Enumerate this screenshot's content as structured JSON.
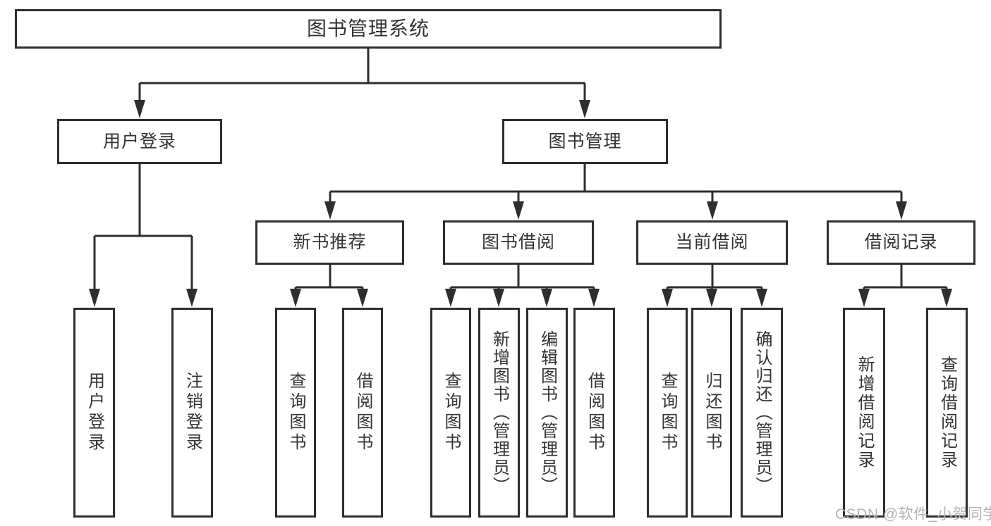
{
  "diagram": {
    "title": "图书管理系统",
    "type": "hierarchy-tree",
    "colors": {
      "line": "#2e2e2e",
      "border": "#2e2e2e",
      "text": "#333333",
      "background": "#ffffff",
      "watermark": "#b4b4b4"
    },
    "nodes": {
      "root": {
        "label": "图书管理系统"
      },
      "user_login": {
        "label": "用户登录"
      },
      "book_mgmt": {
        "label": "图书管理"
      },
      "new_book_rec": {
        "label": "新书推荐"
      },
      "book_borrow": {
        "label": "图书借阅"
      },
      "current_borrow": {
        "label": "当前借阅"
      },
      "borrow_record": {
        "label": "借阅记录"
      },
      "login": {
        "label": "用户登录"
      },
      "logout": {
        "label": "注销登录"
      },
      "query_book_rec": {
        "label": "查询图书"
      },
      "borrow_book_rec": {
        "label": "借阅图书"
      },
      "query_book_borrow": {
        "label": "查询图书"
      },
      "add_book_admin": {
        "label": "新增图书（管理员）"
      },
      "edit_book_admin": {
        "label": "编辑图书（管理员）"
      },
      "borrow_book_borrow": {
        "label": "借阅图书"
      },
      "query_book_current": {
        "label": "查询图书"
      },
      "return_book": {
        "label": "归还图书"
      },
      "confirm_return_admin": {
        "label": "确认归还（管理员）"
      },
      "add_borrow_record": {
        "label": "新增借阅记录"
      },
      "query_borrow_record": {
        "label": "查询借阅记录"
      }
    },
    "edges": [
      [
        "root",
        "user_login"
      ],
      [
        "root",
        "book_mgmt"
      ],
      [
        "user_login",
        "login"
      ],
      [
        "user_login",
        "logout"
      ],
      [
        "book_mgmt",
        "new_book_rec"
      ],
      [
        "book_mgmt",
        "book_borrow"
      ],
      [
        "book_mgmt",
        "current_borrow"
      ],
      [
        "book_mgmt",
        "borrow_record"
      ],
      [
        "new_book_rec",
        "query_book_rec"
      ],
      [
        "new_book_rec",
        "borrow_book_rec"
      ],
      [
        "book_borrow",
        "query_book_borrow"
      ],
      [
        "book_borrow",
        "add_book_admin"
      ],
      [
        "book_borrow",
        "edit_book_admin"
      ],
      [
        "book_borrow",
        "borrow_book_borrow"
      ],
      [
        "current_borrow",
        "query_book_current"
      ],
      [
        "current_borrow",
        "return_book"
      ],
      [
        "current_borrow",
        "confirm_return_admin"
      ],
      [
        "borrow_record",
        "add_borrow_record"
      ],
      [
        "borrow_record",
        "query_borrow_record"
      ]
    ]
  },
  "watermark": {
    "text": "CSDN @软件_小贺同学"
  }
}
